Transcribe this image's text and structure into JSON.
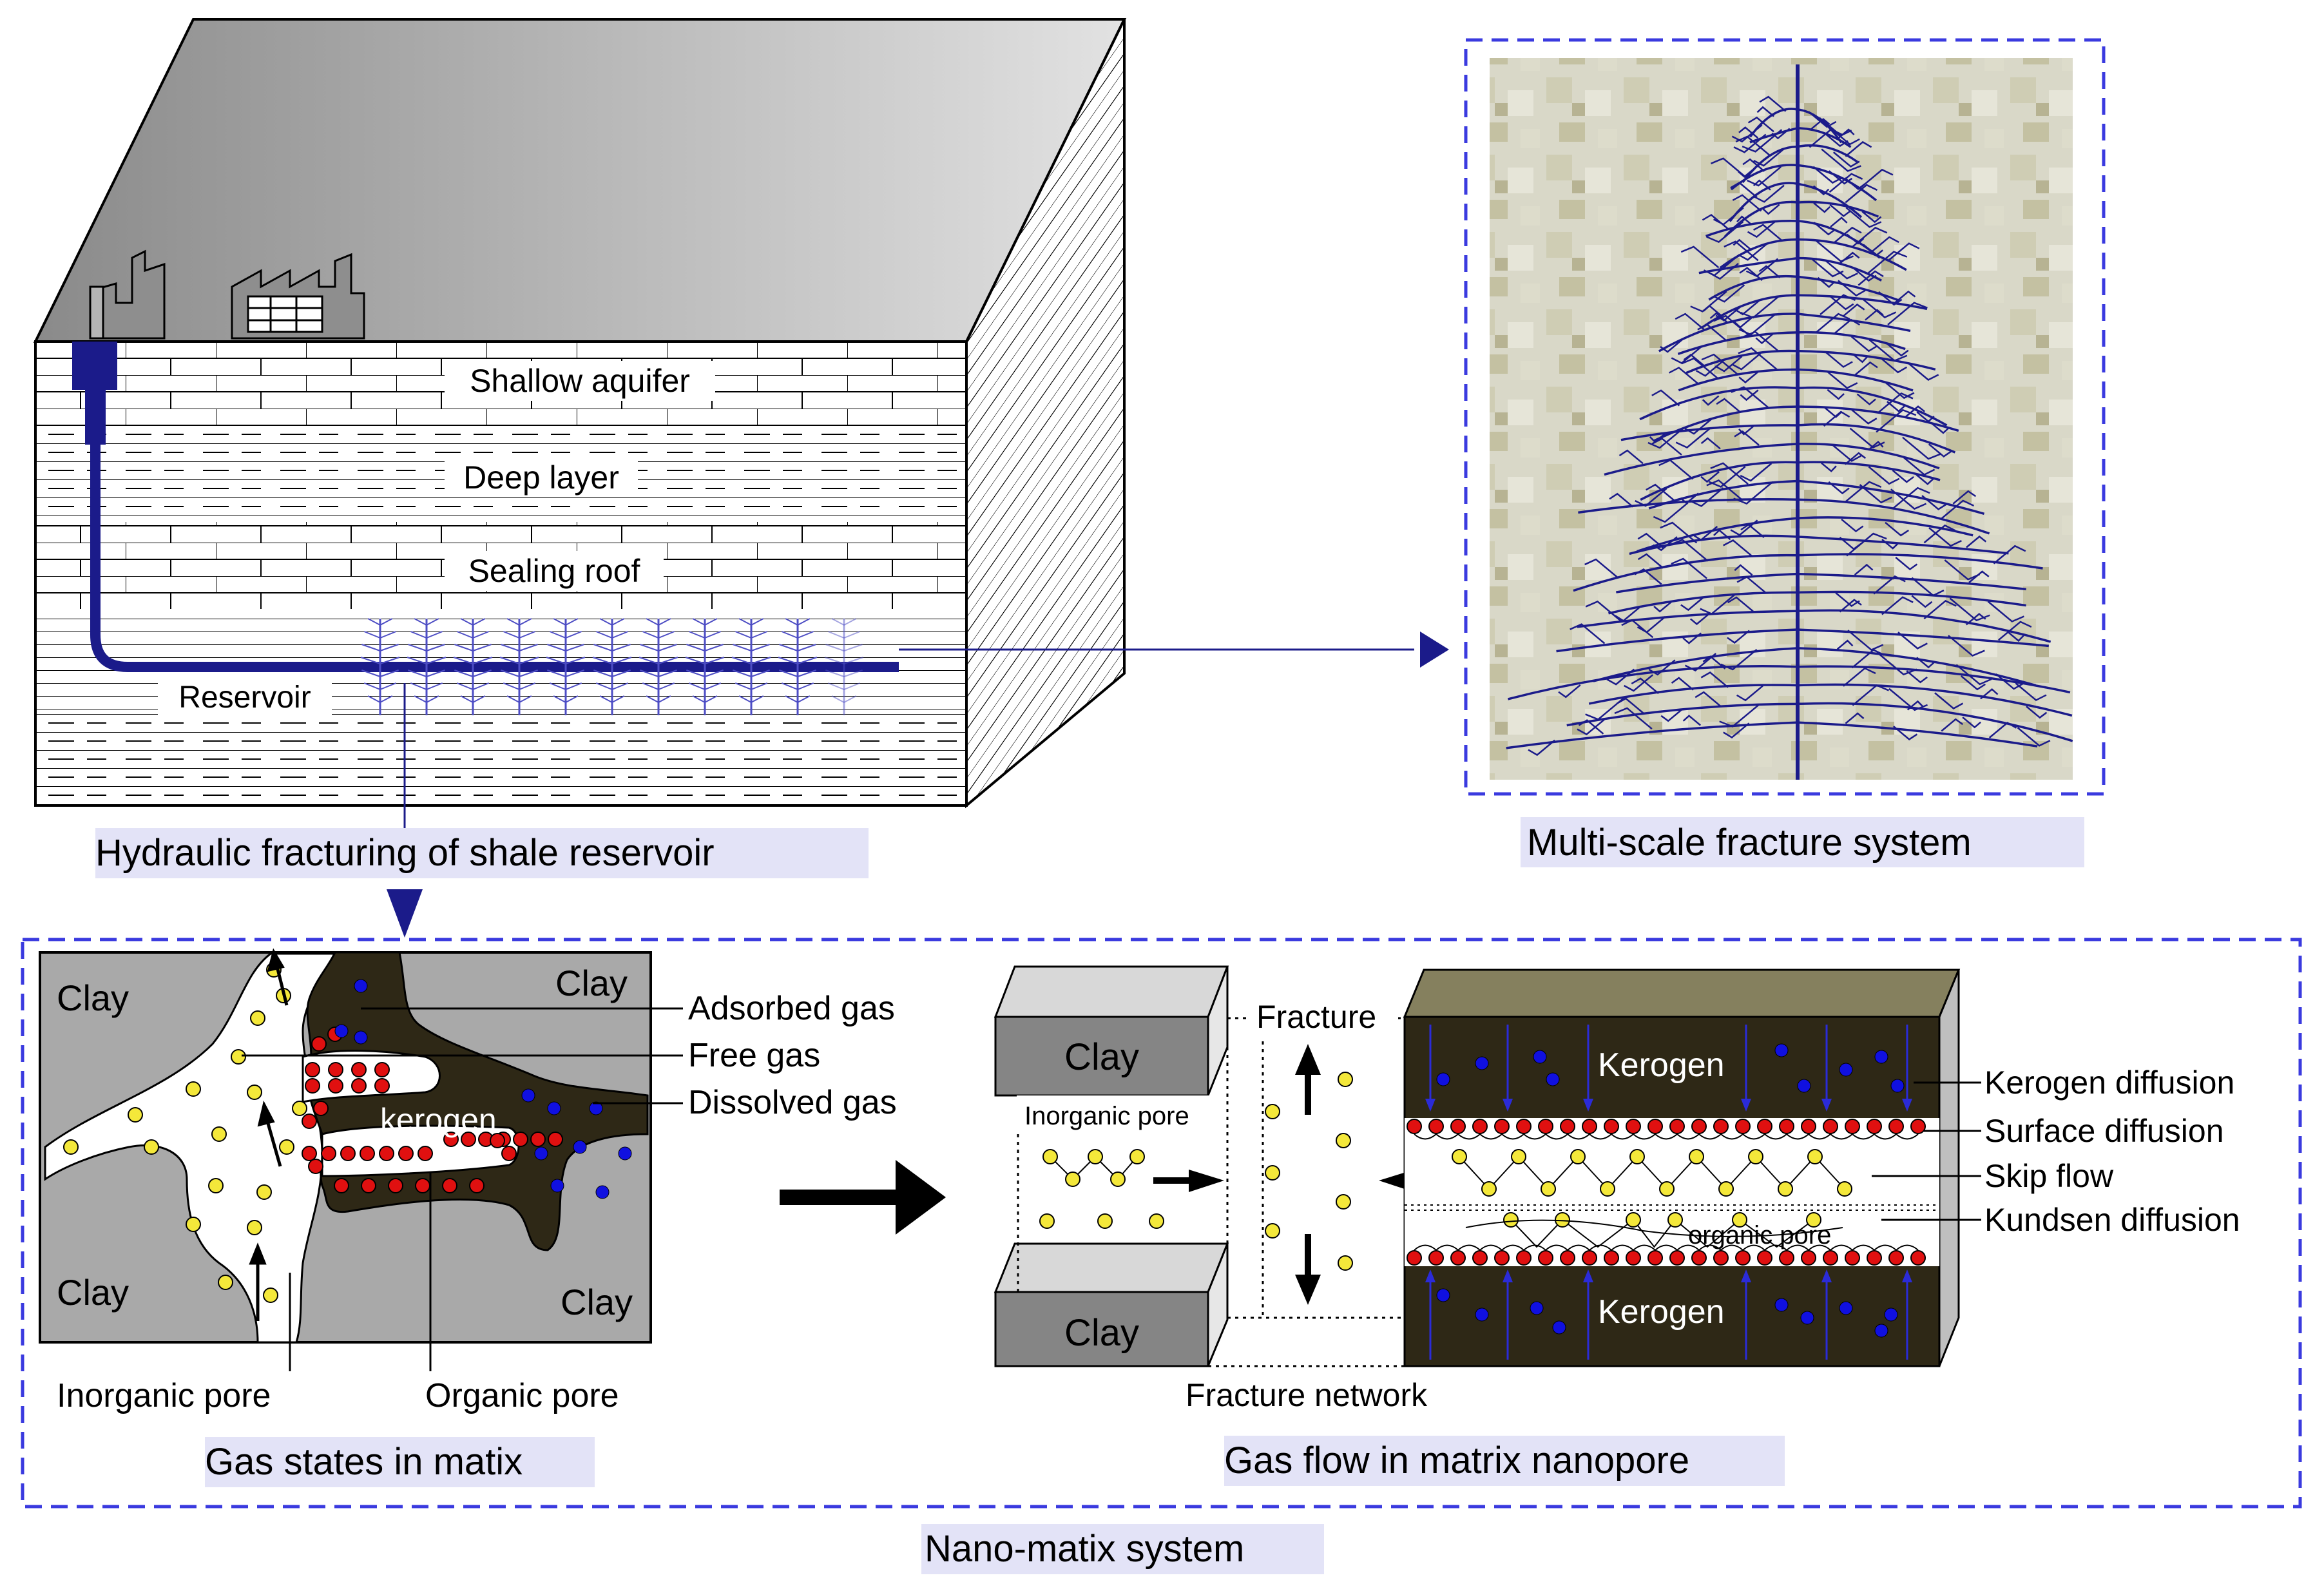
{
  "block": {
    "layers": [
      "Shallow aquifer",
      "Deep layer",
      "Sealing  roof",
      "Reservoir"
    ],
    "caption": "Hydraulic  fracturing of shale reservoir"
  },
  "fracture_system": {
    "caption": "Multi-scale  fracture system"
  },
  "gas_states": {
    "clay_labels": [
      "Clay",
      "Clay",
      "Clay",
      "Clay"
    ],
    "kerogen_label": "kerogen",
    "legend": [
      "Adsorbed gas",
      "Free gas",
      "Dissolved gas"
    ],
    "pore_labels": [
      "Inorganic pore",
      "Organic pore"
    ],
    "caption": "Gas states in matix"
  },
  "gas_flow": {
    "clay_labels": [
      "Clay",
      "Clay"
    ],
    "inorganic_pore": "Inorganic pore",
    "fracture": "Fracture",
    "fracture_network": "Fracture network",
    "kerogen_labels": [
      "Kerogen",
      "Kerogen"
    ],
    "organic_pore": "organic pore",
    "mechanisms": [
      "Kerogen diffusion",
      "Surface diffusion",
      "Skip  flow",
      "Kundsen diffusion"
    ],
    "caption": "Gas flow in matrix nanopore"
  },
  "nano_caption": "Nano-matix system",
  "colors": {
    "navy": "#1b1b8a",
    "kerogen": "#2e2816",
    "clay": "#a9a9a9",
    "adsorbed": "#e01010",
    "free": "#f4e83a",
    "dissolved": "#1010e0",
    "caption_bg": "#e3e3f7",
    "dash": "#3a3adf"
  },
  "icons": [
    "factory-icon",
    "plant-icon",
    "fracture-tree-icon",
    "arrow-icon"
  ]
}
